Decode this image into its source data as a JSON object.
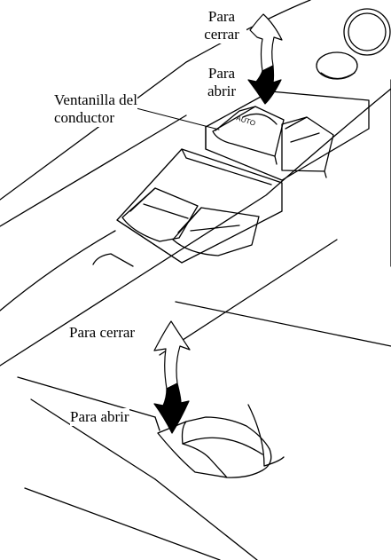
{
  "top_figure": {
    "label_close_1": "Para",
    "label_close_2": "cerrar",
    "label_open_1": "Para",
    "label_open_2": "abrir",
    "label_driver_1": "Ventanilla del",
    "label_driver_2": "conductor",
    "auto_text": "AUTO"
  },
  "bottom_figure": {
    "label_close": "Para cerrar",
    "label_open": "Para abrir"
  }
}
